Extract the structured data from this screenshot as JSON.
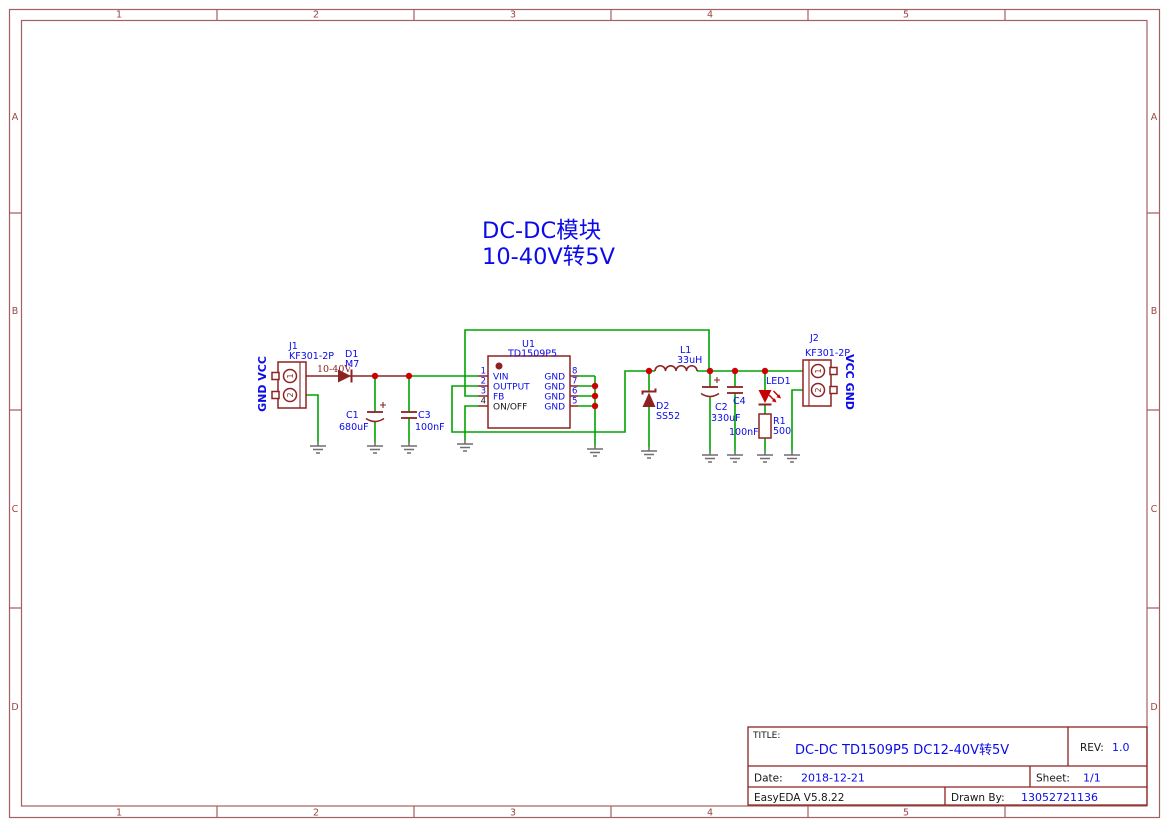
{
  "palette": {
    "canvas": "#ffffff",
    "frame": "#a36060",
    "frameText": "#9b4545",
    "comp": "#8e2222",
    "wire": "#00a300",
    "netRed": "#8b2525",
    "junction": "#ce0000",
    "blue": "#0b0bea",
    "black": "#161616",
    "gnd": "#6f6f6f",
    "ledRed": "#c40000"
  },
  "frame": {
    "columns": [
      "1",
      "2",
      "3",
      "4",
      "5"
    ],
    "rows": [
      "A",
      "B",
      "C",
      "D"
    ]
  },
  "sheet_title": {
    "line1": "DC-DC模块",
    "line2": "10-40V转5V"
  },
  "schematic": {
    "net_label_input": "10-40V",
    "j1": {
      "ref": "J1",
      "part": "KF301-2P",
      "ports": "GND VCC",
      "pin1": "1",
      "pin2": "2"
    },
    "d1": {
      "ref": "D1",
      "part": "M7"
    },
    "c1": {
      "ref": "C1",
      "value": "680uF"
    },
    "c3": {
      "ref": "C3",
      "value": "100nF"
    },
    "u1": {
      "ref": "U1",
      "part": "TD1509P5",
      "left_pins": [
        {
          "num": "1",
          "name": "VIN"
        },
        {
          "num": "2",
          "name": "OUTPUT"
        },
        {
          "num": "3",
          "name": "FB"
        },
        {
          "num": "4",
          "name": "ON/OFF"
        }
      ],
      "right_pins": [
        {
          "num": "8",
          "name": "GND"
        },
        {
          "num": "7",
          "name": "GND"
        },
        {
          "num": "6",
          "name": "GND"
        },
        {
          "num": "5",
          "name": "GND"
        }
      ]
    },
    "d2": {
      "ref": "D2",
      "part": "SS52"
    },
    "l1": {
      "ref": "L1",
      "value": "33uH"
    },
    "c2": {
      "ref": "C2",
      "value": "330uF"
    },
    "c4": {
      "ref": "C4",
      "value": "100nF"
    },
    "led1": {
      "ref": "LED1"
    },
    "r1": {
      "ref": "R1",
      "value": "500"
    },
    "j2": {
      "ref": "J2",
      "part": "KF301-2P",
      "ports": "VCC GND",
      "pin1": "1",
      "pin2": "2"
    }
  },
  "title_block": {
    "title_label": "TITLE:",
    "title": "DC-DC TD1509P5 DC12-40V转5V",
    "rev_label": "REV:",
    "rev": "1.0",
    "date_label": "Date:",
    "date": "2018-12-21",
    "sheet_label": "Sheet:",
    "sheet": "1/1",
    "tool": "EasyEDA V5.8.22",
    "drawn_by_label": "Drawn By:",
    "drawn_by": "13052721136"
  }
}
